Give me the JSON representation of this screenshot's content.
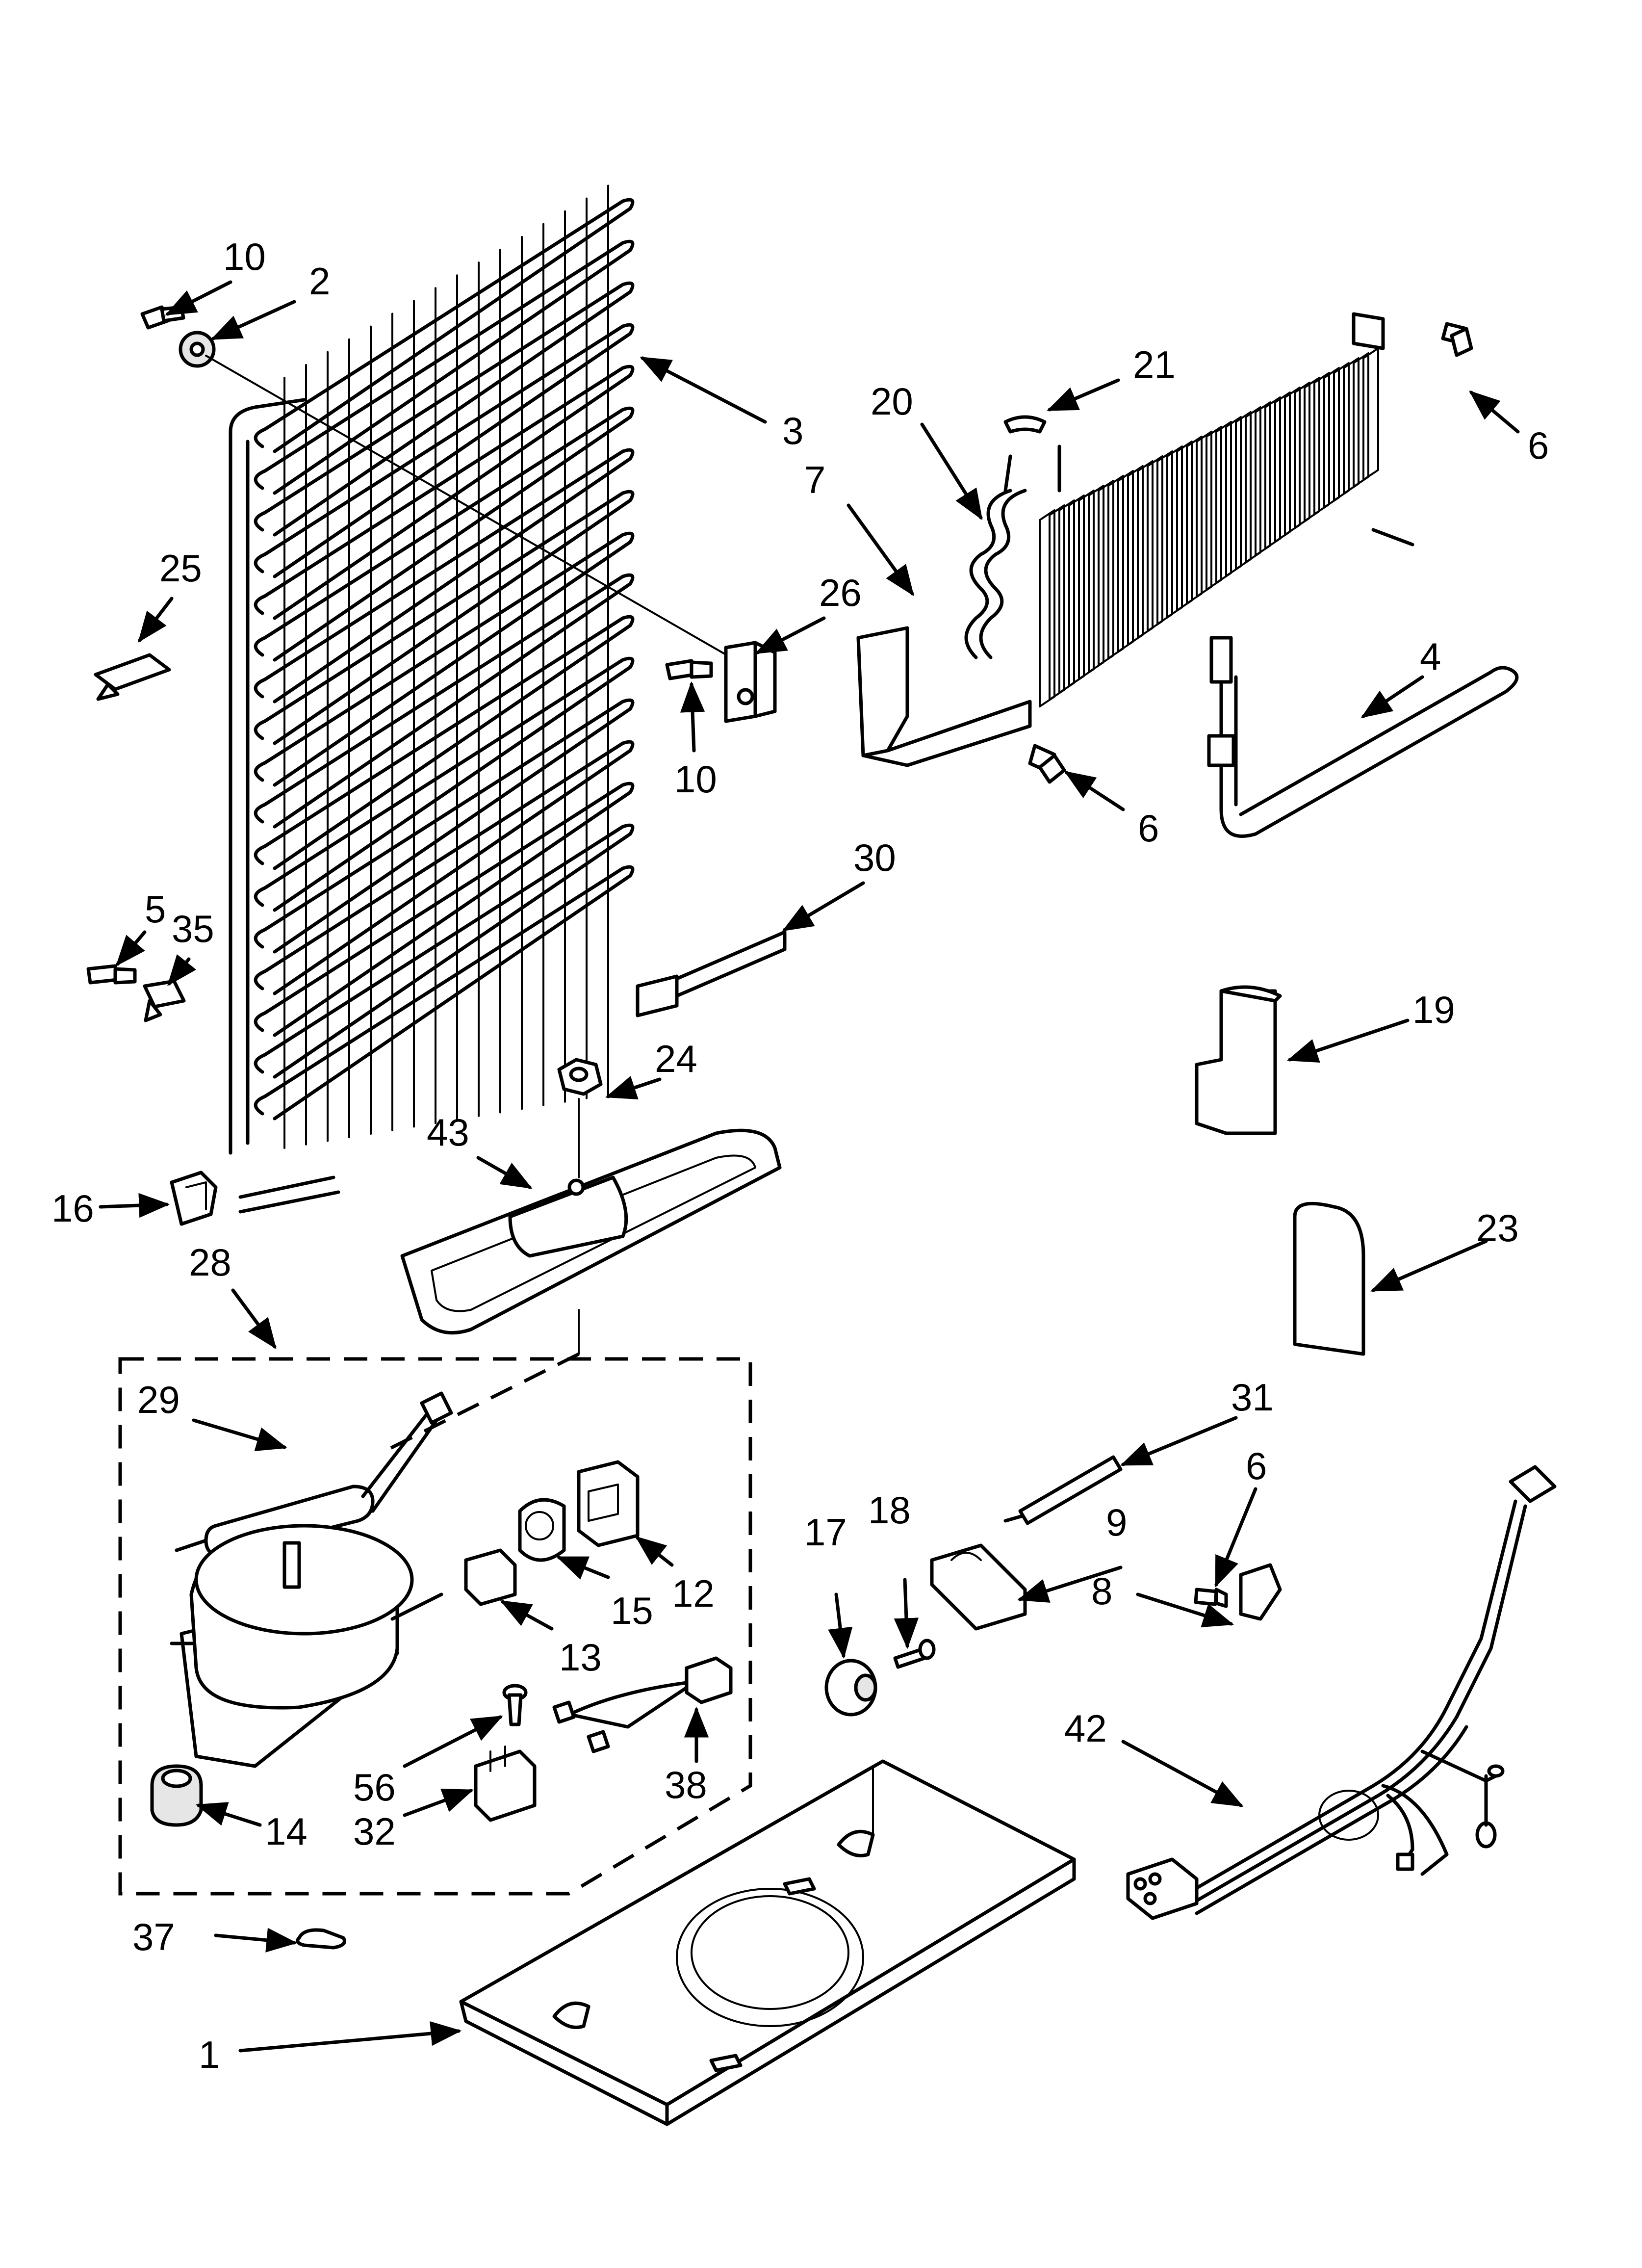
{
  "callouts": {
    "c10a": "10",
    "c2": "2",
    "c3": "3",
    "c25": "25",
    "c26": "26",
    "c10b": "10",
    "c5": "5",
    "c35": "35",
    "c16": "16",
    "c28": "28",
    "c21": "21",
    "c20": "20",
    "c7": "7",
    "c6a": "6",
    "c4": "4",
    "c6b": "6",
    "c30": "30",
    "c19": "19",
    "c24": "24",
    "c43": "43",
    "c23": "23",
    "c29": "29",
    "c12": "12",
    "c15": "15",
    "c13": "13",
    "c56": "56",
    "c38": "38",
    "c14": "14",
    "c32": "32",
    "c31": "31",
    "c6c": "6",
    "c17": "17",
    "c18": "18",
    "c9": "9",
    "c8": "8",
    "c42": "42",
    "c37": "37",
    "c1": "1"
  }
}
